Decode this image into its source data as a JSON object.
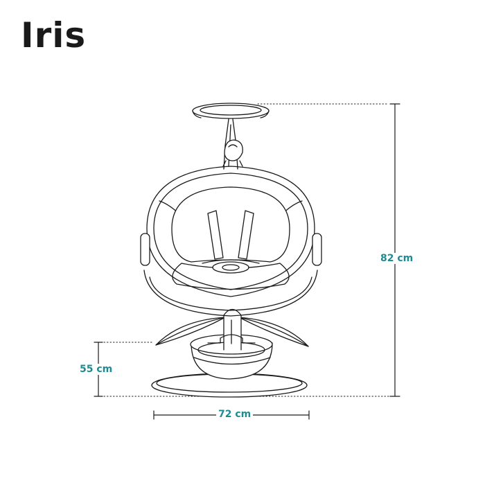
{
  "product": {
    "name": "Iris"
  },
  "dimensions": {
    "total_height": "82 cm",
    "seat_height": "55 cm",
    "width": "72 cm"
  },
  "colors": {
    "line": "#1a1a1a",
    "dimension_text": "#1f8a8f",
    "background": "#ffffff"
  }
}
